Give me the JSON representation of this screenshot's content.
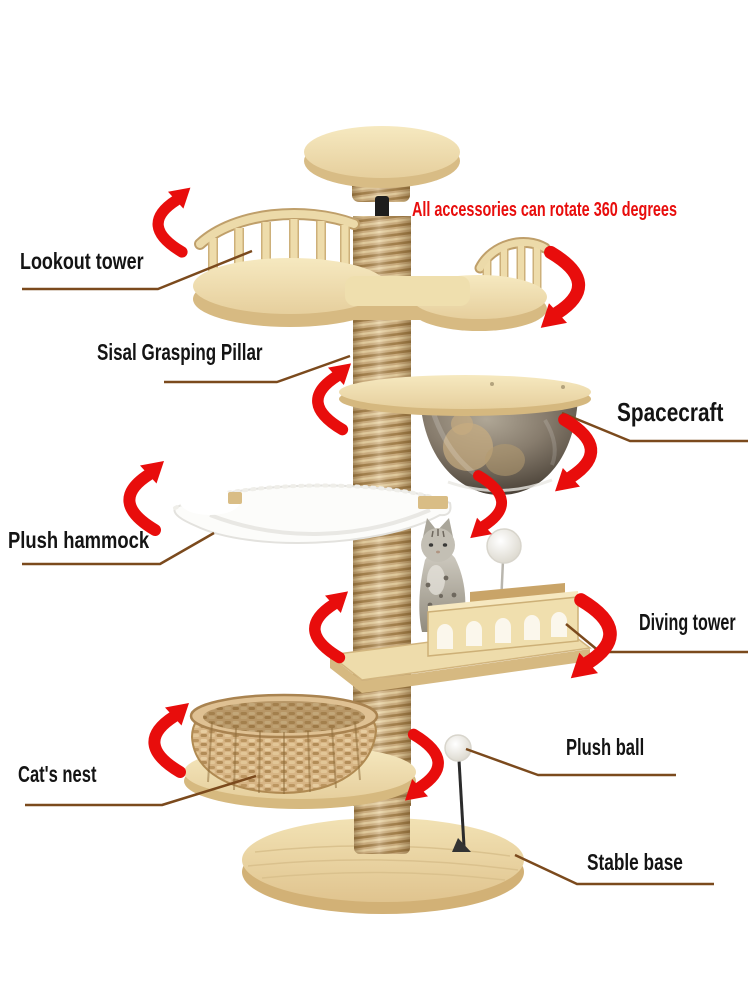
{
  "annotation": {
    "rotate_note": "All accessories can rotate 360 degrees"
  },
  "callouts": {
    "lookout_tower": {
      "label": "Lookout tower"
    },
    "sisal_pillar": {
      "label": "Sisal Grasping Pillar"
    },
    "spacecraft": {
      "label": "Spacecraft"
    },
    "plush_hammock": {
      "label": "Plush hammock"
    },
    "diving_tower": {
      "label": "Diving tower"
    },
    "cats_nest": {
      "label": "Cat's nest"
    },
    "plush_ball": {
      "label": "Plush ball"
    },
    "stable_base": {
      "label": "Stable base"
    }
  },
  "rotation_arrows": {
    "count": 10,
    "color": "#e80d0c"
  },
  "colors": {
    "accent_red": "#e80d0c",
    "label_black": "#141414",
    "callout_line_brown": "#7b4a1d",
    "wood_light": "#efdfae",
    "sisal_tan": "#cfb183",
    "dome_smoke": "#554c41",
    "background": "#ffffff"
  }
}
